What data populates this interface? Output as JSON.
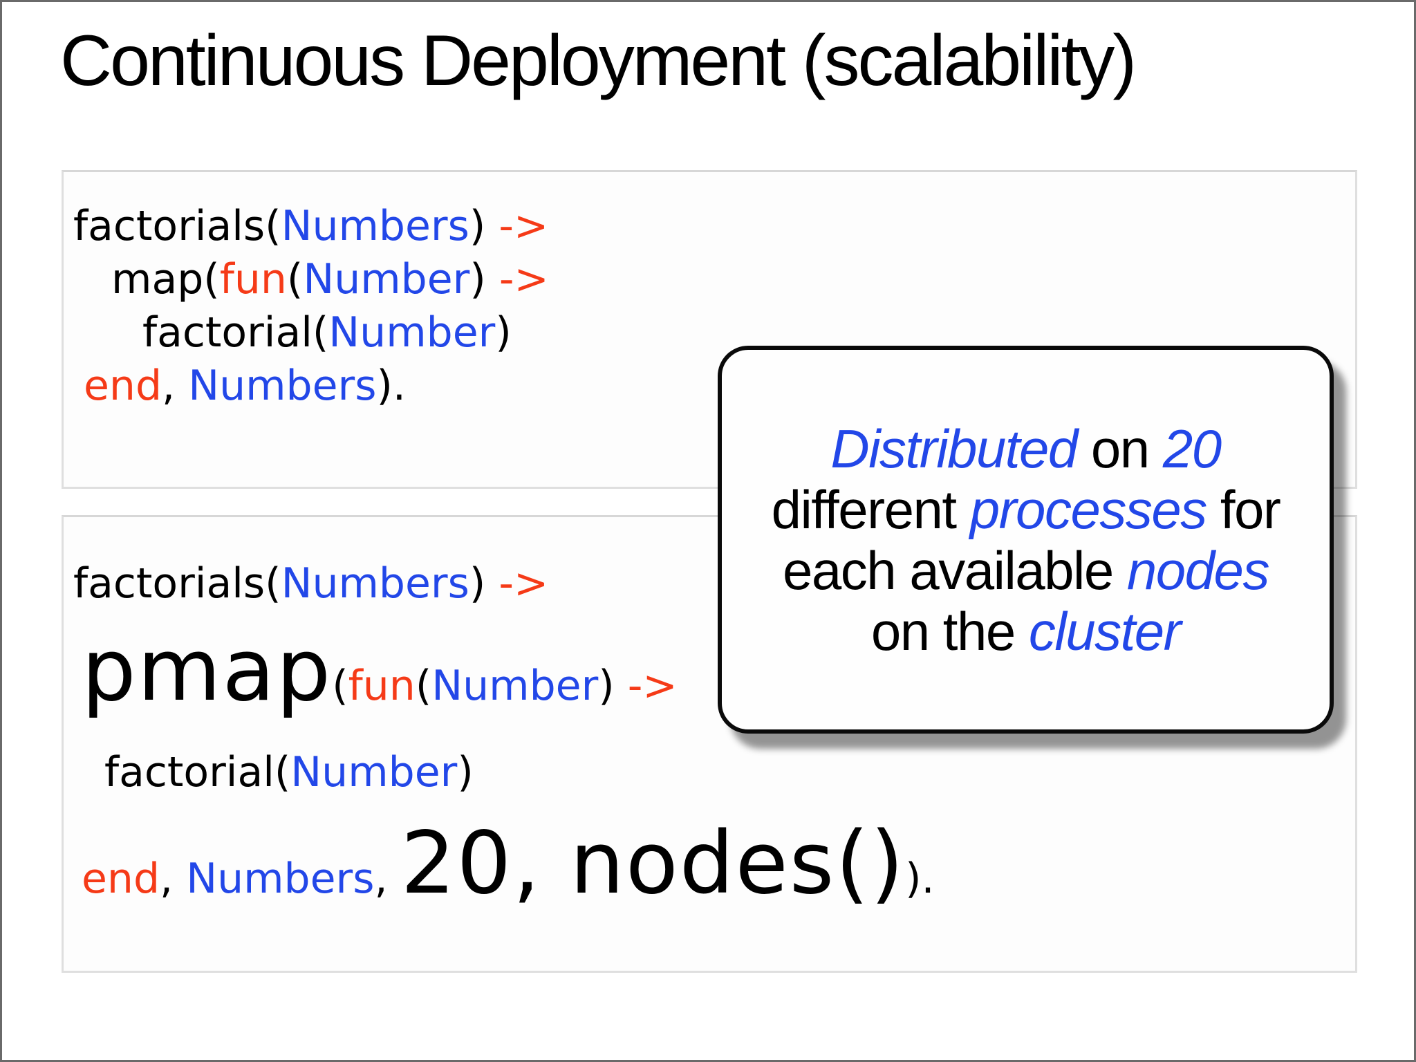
{
  "title": "Continuous Deployment (scalability)",
  "colors": {
    "blue": "#2247e8",
    "red": "#f53a17",
    "black": "#000000",
    "panel_border": "#dfdfdf",
    "callout_border": "#0a0a0a"
  },
  "code1": {
    "lines": [
      {
        "segments": [
          {
            "text": "factorials("
          },
          {
            "text": "Numbers"
          },
          {
            "text": ") "
          },
          {
            "text": "->"
          }
        ]
      },
      {
        "segments": [
          {
            "text": "map("
          },
          {
            "text": "fun"
          },
          {
            "text": "("
          },
          {
            "text": "Number"
          },
          {
            "text": ") "
          },
          {
            "text": "->"
          }
        ]
      },
      {
        "segments": [
          {
            "text": "factorial("
          },
          {
            "text": "Number"
          },
          {
            "text": ")"
          }
        ]
      },
      {
        "segments": [
          {
            "text": "end"
          },
          {
            "text": ", "
          },
          {
            "text": "Numbers"
          },
          {
            "text": ")."
          }
        ]
      }
    ]
  },
  "code2": {
    "lines": [
      {
        "segments": [
          {
            "text": "factorials("
          },
          {
            "text": "Numbers"
          },
          {
            "text": ") "
          },
          {
            "text": "->"
          }
        ]
      },
      {
        "segments": [
          {
            "text": "pmap"
          },
          {
            "text": "("
          },
          {
            "text": "fun"
          },
          {
            "text": "("
          },
          {
            "text": "Number"
          },
          {
            "text": ") "
          },
          {
            "text": "->"
          }
        ]
      },
      {
        "segments": [
          {
            "text": "factorial("
          },
          {
            "text": "Number"
          },
          {
            "text": ")"
          }
        ]
      },
      {
        "segments": [
          {
            "text": "end"
          },
          {
            "text": ", "
          },
          {
            "text": "Numbers"
          },
          {
            "text": ", "
          },
          {
            "text": "20"
          },
          {
            "text": ", "
          },
          {
            "text": "nodes()"
          },
          {
            "text": ")."
          }
        ]
      }
    ]
  },
  "callout": {
    "lines": [
      {
        "segments": [
          {
            "text": "Distributed"
          },
          {
            "text": " on "
          },
          {
            "text": "20"
          }
        ]
      },
      {
        "segments": [
          {
            "text": "different "
          },
          {
            "text": "processes"
          },
          {
            "text": " for"
          }
        ]
      },
      {
        "segments": [
          {
            "text": "each available "
          },
          {
            "text": "nodes"
          }
        ]
      },
      {
        "segments": [
          {
            "text": "on the "
          },
          {
            "text": "cluster"
          }
        ]
      }
    ]
  }
}
